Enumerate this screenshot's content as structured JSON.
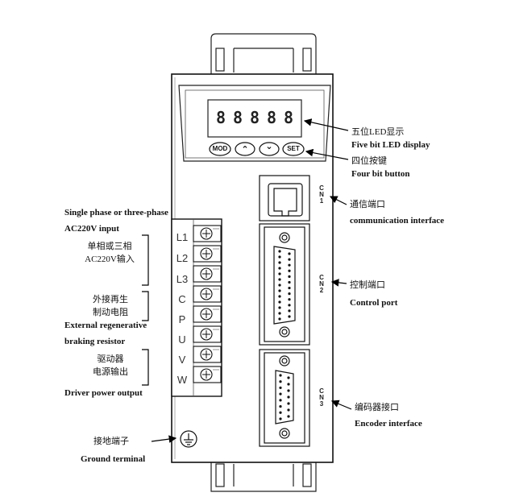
{
  "display": {
    "digits": [
      "8",
      "8",
      "8",
      "8",
      "8"
    ]
  },
  "buttons": {
    "mod": "MOD",
    "up": "⌃",
    "down": "⌄",
    "set": "SET"
  },
  "terminals": [
    "L1",
    "L2",
    "L3",
    "C",
    "P",
    "U",
    "V",
    "W"
  ],
  "connectors": {
    "cn1": "CN1",
    "cn2": "CN2",
    "cn3": "CN3"
  },
  "labels": {
    "led_cn": "五位LED显示",
    "led_en": "Five bit LED display",
    "btn_cn": "四位按键",
    "btn_en": "Four bit button",
    "comm_cn": "通信端口",
    "comm_en": "communication interface",
    "ctrl_cn": "控制端口",
    "ctrl_en": "Control port",
    "enc_cn": "编码器接口",
    "enc_en": "Encoder interface",
    "input_en_1": "Single phase or three-phase",
    "input_en_2": "AC220V input",
    "input_cn_1": "单相或三相",
    "input_cn_2": "AC220V输入",
    "brake_cn_1": "外接再生",
    "brake_cn_2": "制动电阻",
    "brake_en_1": "External regenerative",
    "brake_en_2": "braking resistor",
    "out_cn_1": "驱动器",
    "out_cn_2": "电源输出",
    "out_en": "Driver power output",
    "gnd_cn": "接地端子",
    "gnd_en": "Ground terminal"
  }
}
